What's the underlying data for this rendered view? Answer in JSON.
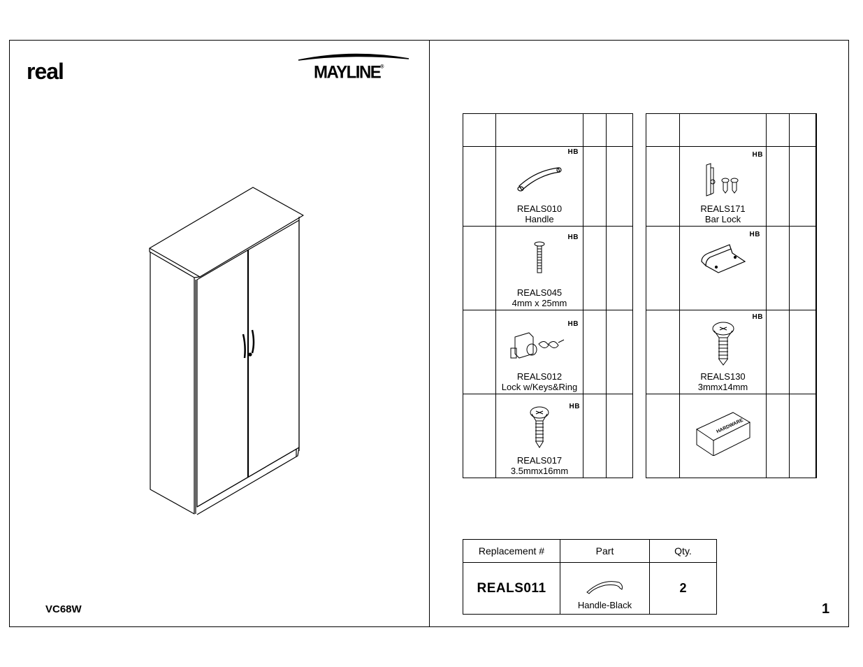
{
  "header": {
    "brand_left": "real",
    "brand_right": "MAYLINE",
    "brand_right_mark": "®"
  },
  "model_number": "VC68W",
  "page_number": "1",
  "hardware_tables": {
    "left": {
      "rows": [
        {
          "code": "REALS010",
          "desc": "Handle",
          "tag": "HB",
          "icon": "handle-icon"
        },
        {
          "code": "REALS045",
          "desc": "4mm x 25mm",
          "tag": "HB",
          "icon": "bolt-icon"
        },
        {
          "code": "REALS012",
          "desc": "Lock w/Keys&Ring",
          "tag": "HB",
          "icon": "lock-with-keys-icon"
        },
        {
          "code": "REALS017",
          "desc": "3.5mmx16mm",
          "tag": "HB",
          "icon": "wood-screw-icon"
        }
      ]
    },
    "right": {
      "rows": [
        {
          "code": "REALS171",
          "desc": "Bar Lock",
          "tag": "HB",
          "icon": "bar-lock-icon"
        },
        {
          "code": "",
          "desc": "",
          "tag": "HB",
          "icon": "bracket-icon"
        },
        {
          "code": "REALS130",
          "desc": "3mmx14mm",
          "tag": "HB",
          "icon": "wood-screw-icon"
        },
        {
          "code": "",
          "desc": "",
          "tag": "",
          "icon": "hardware-box-icon",
          "box_label": "HARDWARE"
        }
      ]
    }
  },
  "replacement_table": {
    "headers": [
      "Replacement #",
      "Part",
      "Qty."
    ],
    "rows": [
      {
        "code": "REALS011",
        "part": "Handle-Black",
        "qty": "2"
      }
    ]
  }
}
